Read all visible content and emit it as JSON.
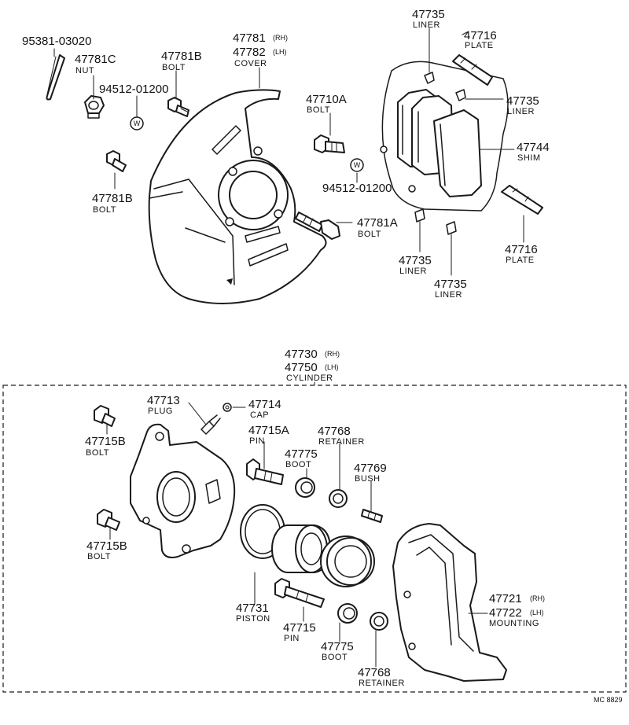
{
  "parts": {
    "p95381_03020": {
      "number": "95381-03020"
    },
    "p47781C": {
      "number": "47781C",
      "name": "NUT"
    },
    "p47781B_top": {
      "number": "47781B",
      "name": "BOLT"
    },
    "p94512_top": {
      "number": "94512-01200"
    },
    "p47781_rh": {
      "number": "47781",
      "suffix": "(RH)"
    },
    "p47782_lh": {
      "number": "47782",
      "suffix": "(LH)",
      "name": "COVER"
    },
    "p47781B_left": {
      "number": "47781B",
      "name": "BOLT"
    },
    "p47710A": {
      "number": "47710A",
      "name": "BOLT"
    },
    "p94512_mid": {
      "number": "94512-01200"
    },
    "p47781A": {
      "number": "47781A",
      "name": "BOLT"
    },
    "p47735_top": {
      "number": "47735",
      "name": "LINER"
    },
    "p47716_top": {
      "number": "47716",
      "name": "PLATE"
    },
    "p47735_right": {
      "number": "47735",
      "name": "LINER"
    },
    "p47744": {
      "number": "47744",
      "name": "SHIM"
    },
    "p47716_bottom": {
      "number": "47716",
      "name": "PLATE"
    },
    "p47735_bl": {
      "number": "47735",
      "name": "LINER"
    },
    "p47735_bm": {
      "number": "47735",
      "name": "LINER"
    },
    "p47730_rh": {
      "number": "47730",
      "suffix": "(RH)"
    },
    "p47750_lh": {
      "number": "47750",
      "suffix": "(LH)",
      "name": "CYLINDER"
    },
    "p47713": {
      "number": "47713",
      "name": "PLUG"
    },
    "p47714": {
      "number": "47714",
      "name": "CAP"
    },
    "p47715B_top": {
      "number": "47715B",
      "name": "BOLT"
    },
    "p47715A": {
      "number": "47715A",
      "name": "PIN"
    },
    "p47768_top": {
      "number": "47768",
      "name": "RETAINER"
    },
    "p47775_top": {
      "number": "47775",
      "name": "BOOT"
    },
    "p47769": {
      "number": "47769",
      "name": "BUSH"
    },
    "p47715B_bottom": {
      "number": "47715B",
      "name": "BOLT"
    },
    "p47721_rh": {
      "number": "47721",
      "suffix": "(RH)"
    },
    "p47722_lh": {
      "number": "47722",
      "suffix": "(LH)",
      "name": "MOUNTING"
    },
    "p47731": {
      "number": "47731",
      "name": "PISTON"
    },
    "p47715": {
      "number": "47715",
      "name": "PIN"
    },
    "p47775_bottom": {
      "number": "47775",
      "name": "BOOT"
    },
    "p47768_bottom": {
      "number": "47768",
      "name": "RETAINER"
    }
  },
  "washer_mark": "W",
  "reference_code": "MC 8829"
}
